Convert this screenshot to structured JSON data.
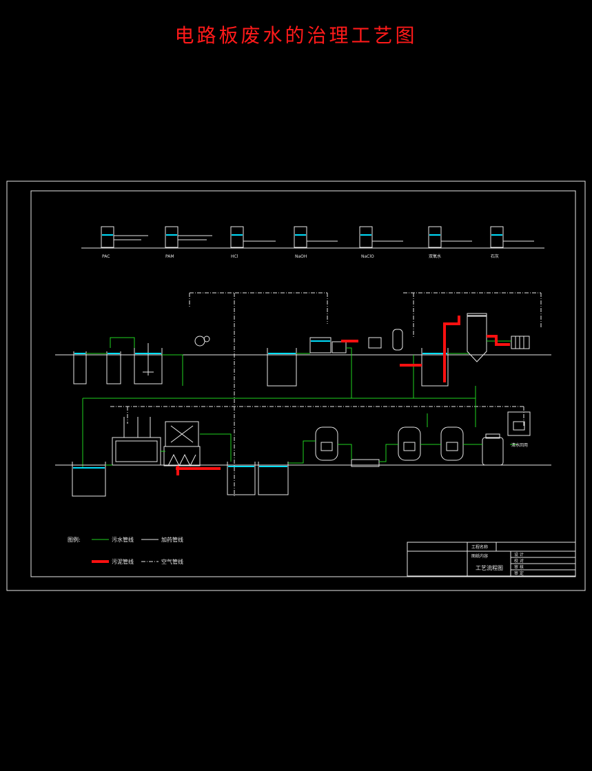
{
  "title": "电路板废水的治理工艺图",
  "dosing": {
    "labels": [
      "PAC",
      "PAM",
      "HCl",
      "NaOH",
      "NaClO",
      "双氧水",
      "石灰"
    ]
  },
  "flow_labels": {
    "clean_water": "清水回用"
  },
  "legend": {
    "title": "图例:",
    "items": [
      {
        "label": "污水管线"
      },
      {
        "label": "加药管线"
      },
      {
        "label": "污泥管线"
      },
      {
        "label": "空气管线"
      }
    ]
  },
  "title_block": {
    "project": "工程名称",
    "drawing_content": "图纸内容",
    "drawing_name": "工艺流程图",
    "roles": [
      "设 计",
      "校 对",
      "审 核",
      "审 定"
    ]
  },
  "colors": {
    "title": "#ff1a1a",
    "sewage_line": "#1fd51f",
    "sludge_line": "#ff1010",
    "equipment": "#e8e8e8",
    "water_level": "#00e0ff"
  }
}
